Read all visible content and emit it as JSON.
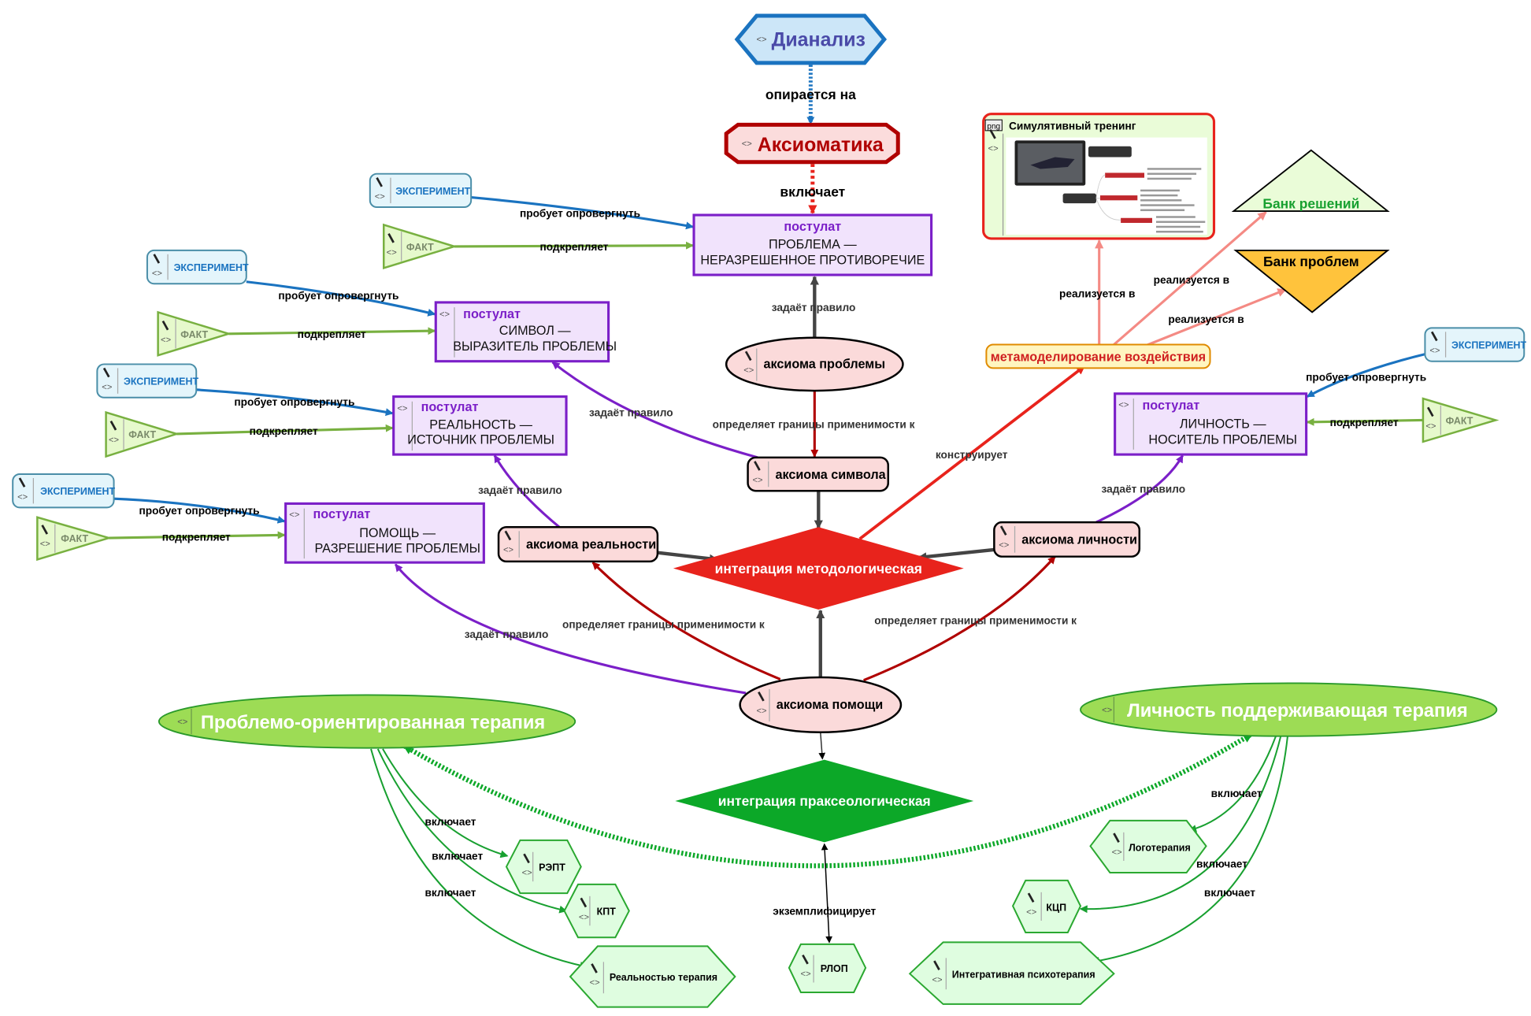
{
  "root": {
    "title": "Дианализ"
  },
  "root_edge": {
    "label": "опирается на"
  },
  "axiomatics": {
    "title": "Аксиоматика",
    "edge_label": "включает"
  },
  "postulates": [
    {
      "header": "постулат",
      "line1": "ПРОБЛЕМА —",
      "line2": "НЕРАЗРЕШЕННОЕ ПРОТИВОРЕЧИЕ"
    },
    {
      "header": "постулат",
      "line1": "СИМВОЛ —",
      "line2": "ВЫРАЗИТЕЛЬ ПРОБЛЕМЫ"
    },
    {
      "header": "постулат",
      "line1": "РЕАЛЬНОСТЬ —",
      "line2": "ИСТОЧНИК ПРОБЛЕМЫ"
    },
    {
      "header": "постулат",
      "line1": "ПОМОЩЬ —",
      "line2": "РАЗРЕШЕНИЕ ПРОБЛЕМЫ"
    },
    {
      "header": "постулат",
      "line1": "ЛИЧНОСТЬ —",
      "line2": "НОСИТЕЛЬ ПРОБЛЕМЫ"
    }
  ],
  "experiment_label": "ЭКСПЕРИМЕНТ",
  "fact_label": "ФАКТ",
  "edge_labels": {
    "tries_refute": "пробует опровергнуть",
    "supports": "подкрепляет",
    "sets_rule": "задаёт правило",
    "defines_bounds": "определяет границы применимости к",
    "defines_bounds2": "определяет границы  применимости к",
    "constructs": "конструирует",
    "realized_in": "реализуется в",
    "includes": "включает",
    "exemplifies": "экземплифицирует"
  },
  "axioms": {
    "problem": "аксиома проблемы",
    "symbol": "аксиома символа",
    "reality": "аксиома реальности",
    "personality": "аксиома личности",
    "help": "аксиома помощи"
  },
  "integration_methodological": "интеграция методологическая",
  "integration_praxeological": "интеграция праксеологическая",
  "metamodeling": "метамоделирование воздействия",
  "simulation": {
    "badge": "png",
    "title": "Симулятивный  тренинг"
  },
  "bank_solutions": "Банк решений",
  "bank_problems": "Банк проблем",
  "therapy_left": "Проблемо-ориентированная терапия",
  "therapy_right": "Личность поддерживающая  терапия",
  "methods": {
    "rept": "РЭПТ",
    "kpt": "КПТ",
    "reality_therapy": "Реальностью терапия",
    "rlop": "РЛОП",
    "logotherapy": "Логотерапия",
    "kcp": "КЦП",
    "integrative": "Интегративная психотерапия"
  },
  "colors": {
    "postulate_stroke": "#7b1fc8",
    "postulate_fill": "#f1e3fc",
    "experiment": "#1a73c0",
    "fact": "#78b040",
    "method_diamond": "#e8231c",
    "praxis_diamond": "#0ca828",
    "therapy_fill": "#9ddc55"
  }
}
